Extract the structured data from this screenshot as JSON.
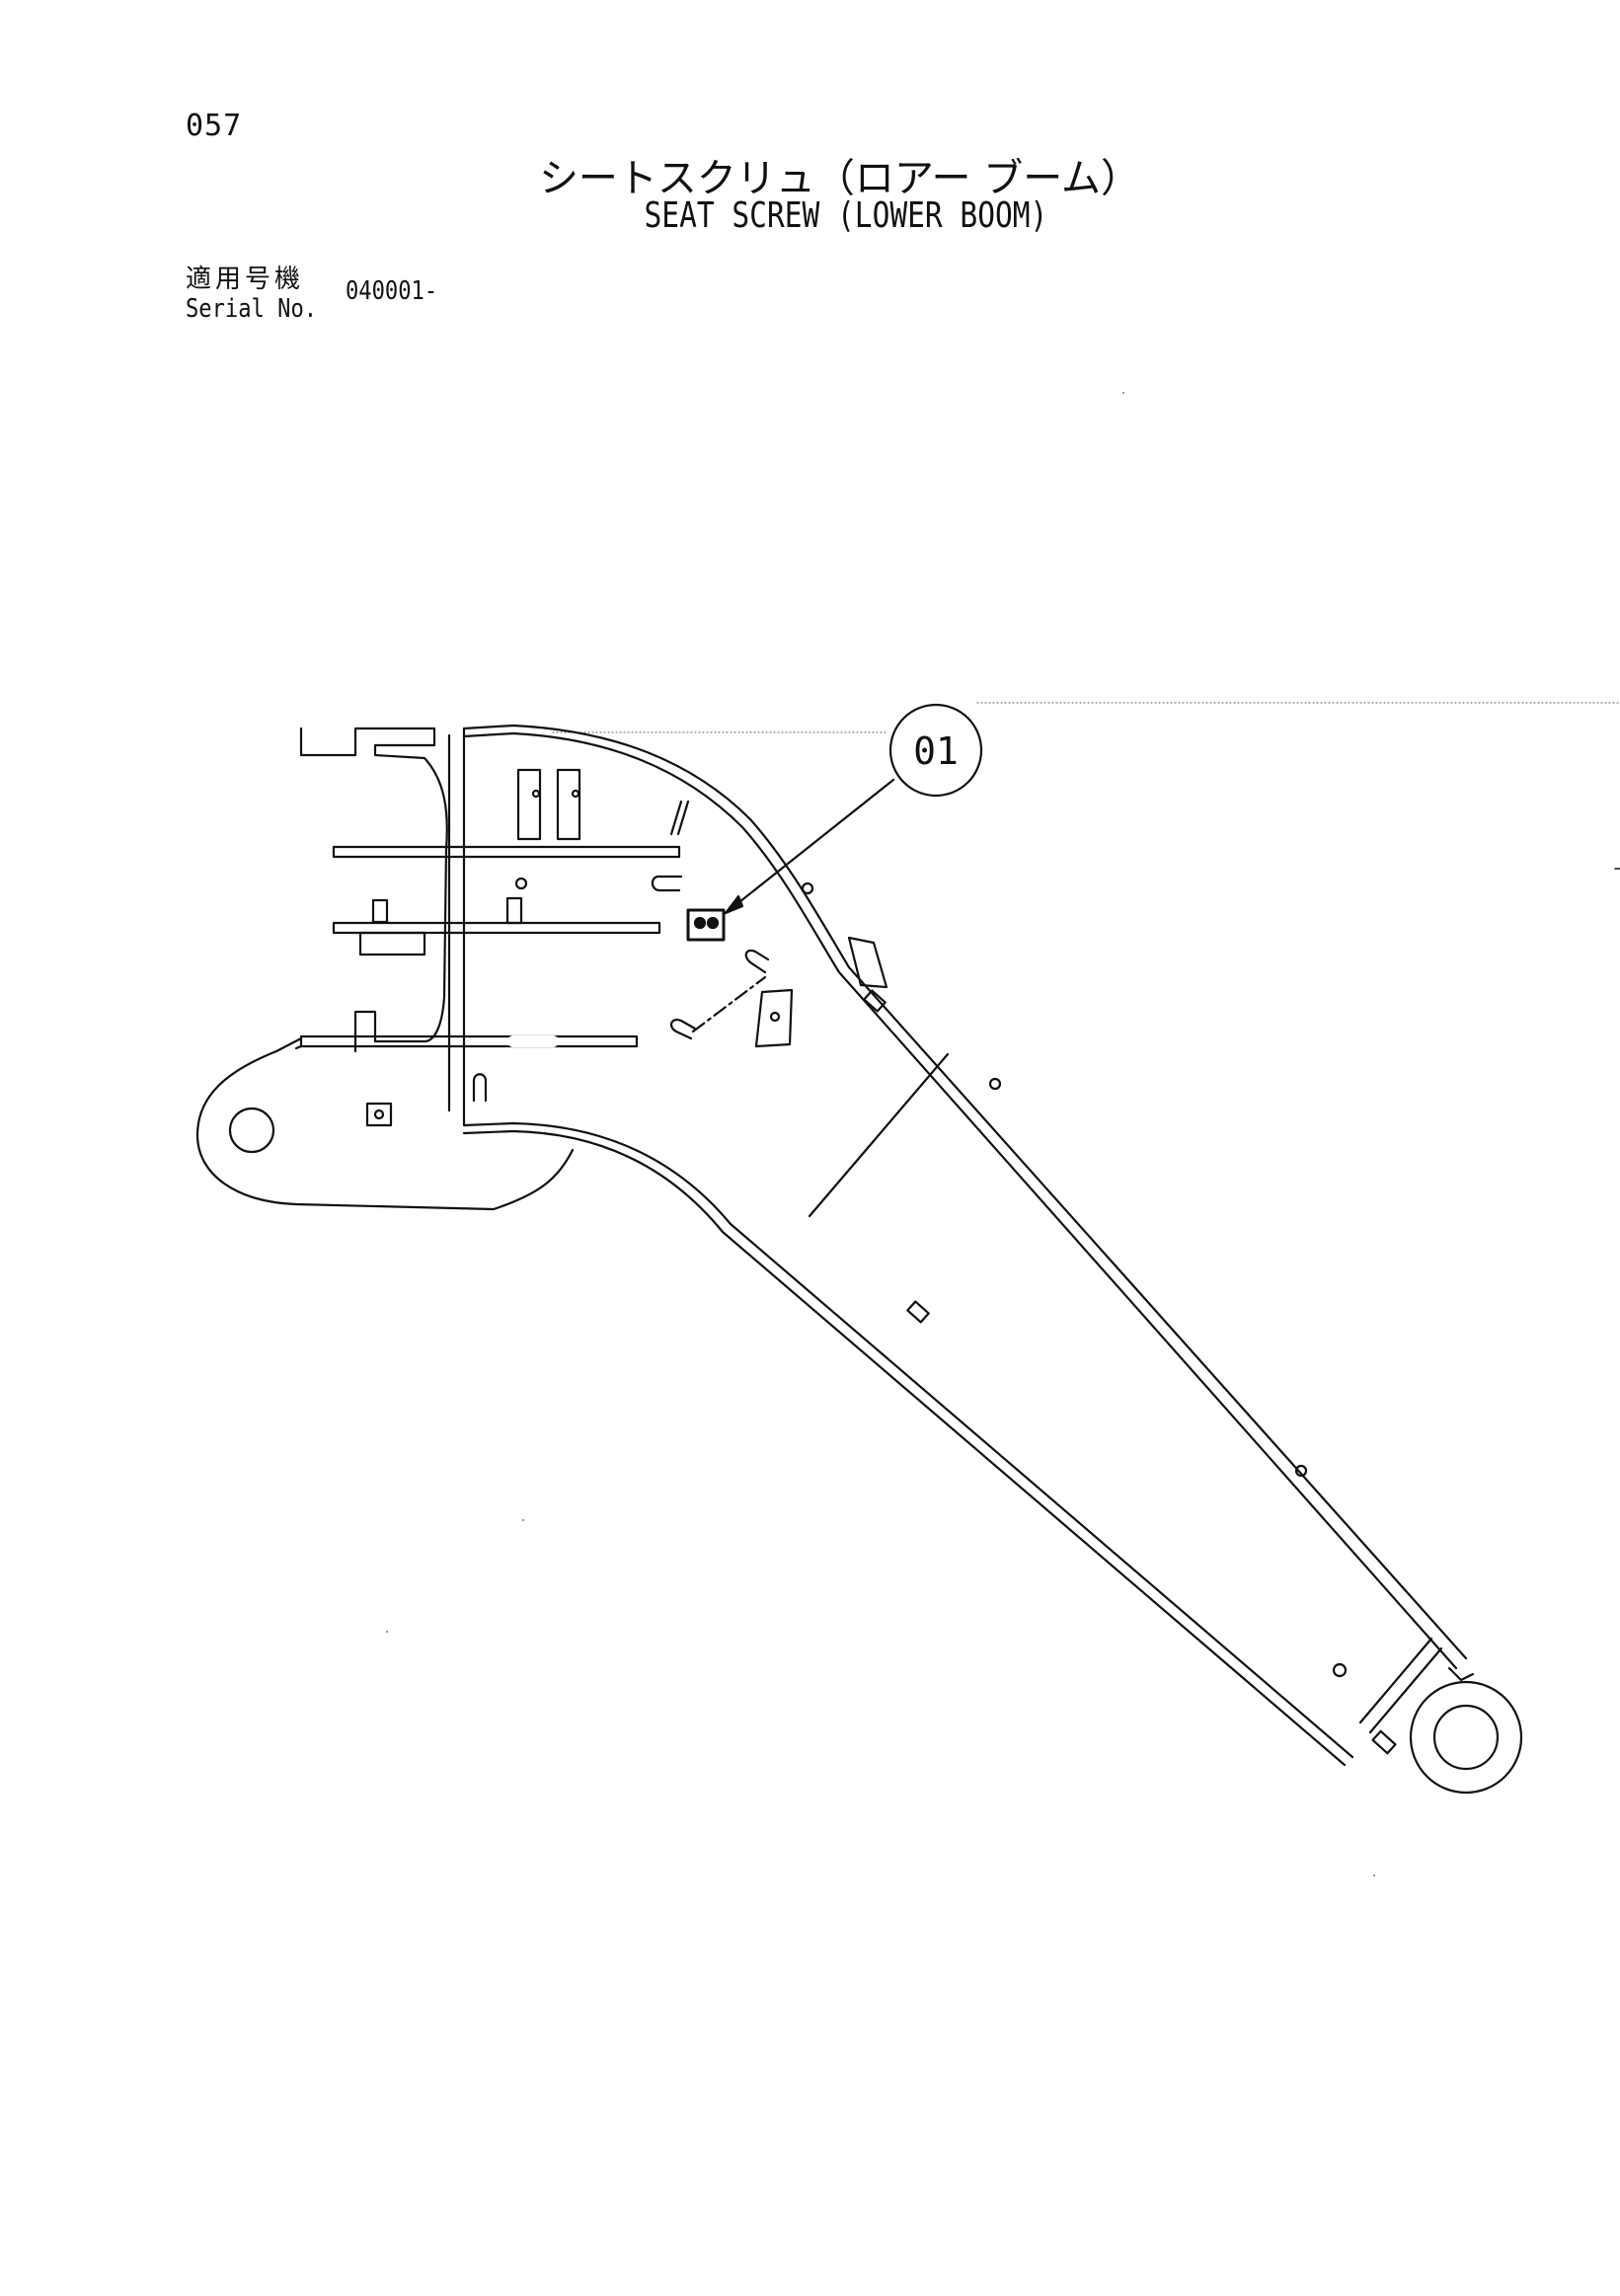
{
  "header": {
    "page_number": "057",
    "title_jp": "シートスクリュ（ロアー ブーム）",
    "title_en": "SEAT SCREW (LOWER BOOM)"
  },
  "serial": {
    "label_jp": "適用号機",
    "label_en": "Serial No.",
    "value": "040001-"
  },
  "callouts": [
    {
      "label": "01"
    }
  ],
  "colors": {
    "line": "#111111",
    "paper": "#ffffff"
  }
}
